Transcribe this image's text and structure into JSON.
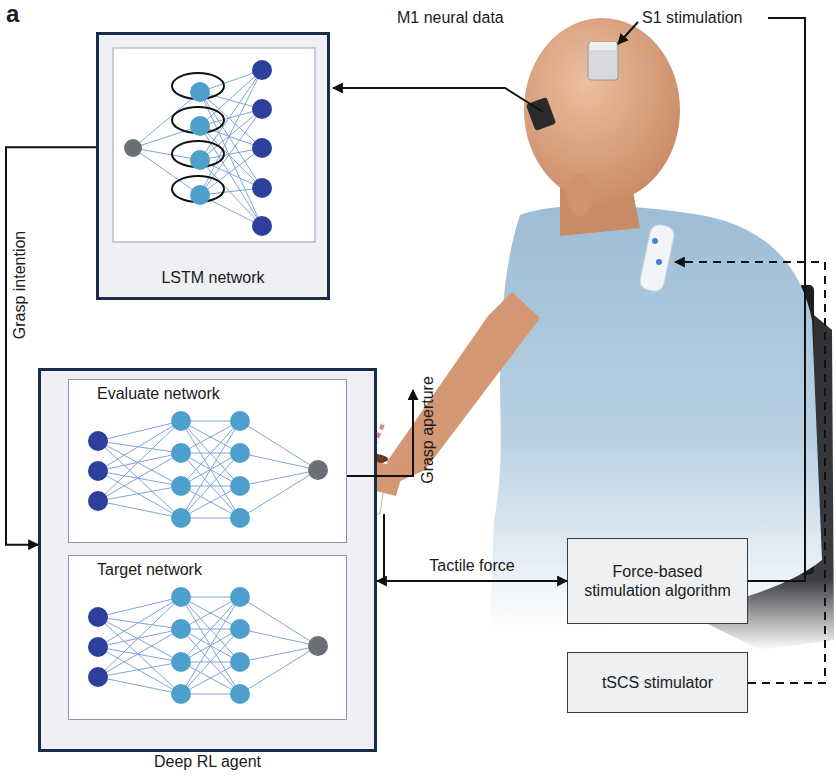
{
  "diagram": {
    "nodes": [
      {
        "text": [
          "LSTM network"
        ]
      },
      {
        "text": [
          "Deep RL agent"
        ]
      },
      {
        "text": [
          "Evaluate network"
        ],
        "in": 1
      },
      {
        "text": [
          "Target network"
        ],
        "in": 1
      },
      {
        "text": [
          "Force-based stimulation algorithm"
        ]
      },
      {
        "text": [
          "tSCS stimulator"
        ]
      }
    ],
    "edges": [
      {
        "from": 0,
        "to": 1,
        "label": "Grasp intention",
        "arrow": "to"
      },
      {
        "from": 1,
        "to": 4,
        "label": "Tactile force",
        "arrow": "both"
      }
    ],
    "labels": [
      "a",
      "M1 neural data",
      "S1 stimulation",
      "Grasp aperture"
    ]
  }
}
